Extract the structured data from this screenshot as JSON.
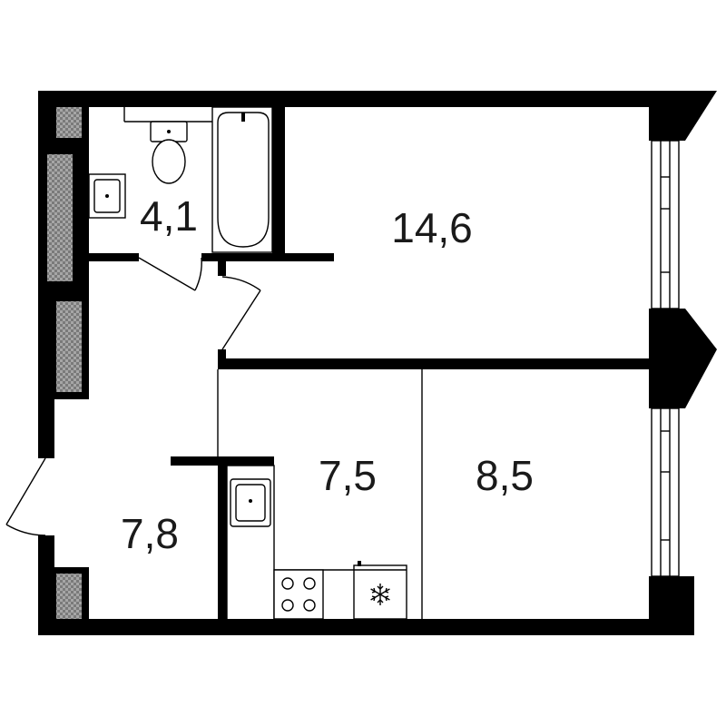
{
  "plan": {
    "rooms": [
      {
        "id": "bathroom",
        "area": "4,1"
      },
      {
        "id": "bedroom",
        "area": "14,6"
      },
      {
        "id": "kitchen",
        "area": "7,5"
      },
      {
        "id": "living",
        "area": "8,5"
      },
      {
        "id": "hallway",
        "area": "7,8"
      }
    ],
    "colors": {
      "wall": "#000000",
      "insulation": "#8c8c8c",
      "background": "#ffffff"
    },
    "icons": [
      "toilet-icon",
      "bathtub-icon",
      "washbasin-icon",
      "sink-icon",
      "stove-icon",
      "fridge-snowflake-icon"
    ]
  }
}
